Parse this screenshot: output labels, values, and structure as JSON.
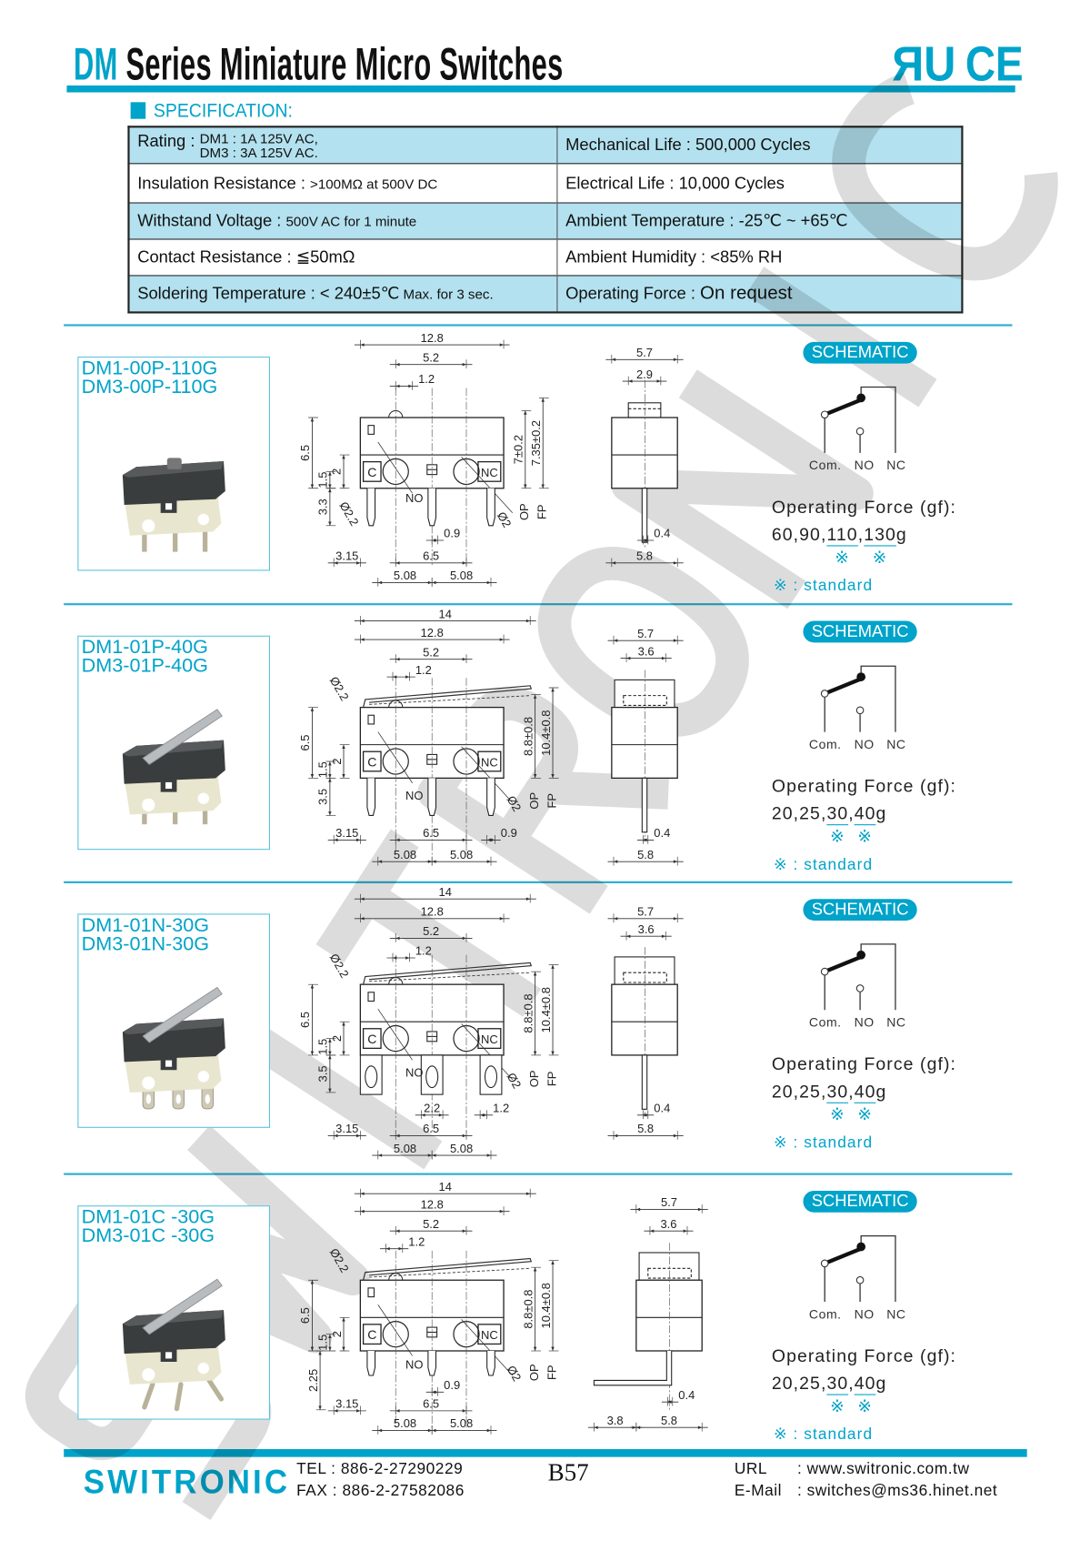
{
  "header": {
    "title_prefix": "DM",
    "title_rest": " Series Miniature Micro Switches",
    "cert_ul": "ЯU",
    "cert_ce": "CE"
  },
  "spec": {
    "heading": "SPECIFICATION:",
    "rows": [
      {
        "left_label": "Rating : ",
        "left_lines": [
          "DM1 : 1A  125V AC,",
          "DM3 : 3A  125V AC."
        ],
        "right_label": "Mechanical Life : ",
        "right_value": "500,000 Cycles"
      },
      {
        "left_label": "Insulation Resistance : ",
        "left_value": ">100MΩ at 500V DC",
        "right_label": "Electrical Life : ",
        "right_value": "10,000 Cycles"
      },
      {
        "left_label": "Withstand Voltage : ",
        "left_value": "500V AC for 1 minute",
        "right_label": "Ambient Temperature : ",
        "right_value": "-25℃ ~ +65℃"
      },
      {
        "left_label": "Contact Resistance : ",
        "left_value": "≦50mΩ",
        "right_label": "Ambient Humidity : ",
        "right_value": "<85% RH"
      },
      {
        "left_label": "Soldering Temperature : ",
        "left_value": "< 240±5℃",
        "left_value_small": " Max. for 3 sec.",
        "right_label": "Operating Force : ",
        "right_value": "On request"
      }
    ]
  },
  "schematic": {
    "badge": "SCHEMATIC",
    "com": "Com.",
    "no": "NO",
    "nc": "NC",
    "force_label": "Operating Force (gf):",
    "mark": "※",
    "standard_note": "※ : standard"
  },
  "products": [
    {
      "models": [
        "DM1-00P-110G",
        "DM3-00P-110G"
      ],
      "forces": [
        "60",
        "90",
        "110",
        "130"
      ],
      "unit": "g",
      "standard": [
        2,
        3
      ],
      "dims": {
        "w12_8": "12.8",
        "w5_2": "5.2",
        "w1_2": "1.2",
        "h6_5": "6.5",
        "h1_5": "1.5",
        "h2": "2",
        "h3_3": "3.3",
        "op_dim": "7±0.2",
        "fp_dim": "7.35±0.2",
        "op": "OP",
        "fp": "FP",
        "no": "NO",
        "d22": "Ø2.2",
        "d2": "Ø2",
        "w0_9": "0.9",
        "w3_15": "3.15",
        "w6_5": "6.5",
        "p1": "5.08",
        "p2": "5.08",
        "s5_7": "5.7",
        "s2_9": "2.9",
        "s0_4": "0.4",
        "s5_8": "5.8"
      }
    },
    {
      "models": [
        "DM1-01P-40G",
        "DM3-01P-40G"
      ],
      "forces": [
        "20",
        "25",
        "30",
        "40"
      ],
      "unit": "g",
      "standard": [
        2,
        3
      ],
      "dims": {
        "w14": "14",
        "w12_8": "12.8",
        "w5_2": "5.2",
        "w1_2": "1.2",
        "h6_5": "6.5",
        "h1_5": "1.5",
        "h2": "2",
        "h3_5": "3.5",
        "op_dim": "8.8±0.8",
        "fp_dim": "10.4±0.8",
        "op": "OP",
        "fp": "FP",
        "no": "NO",
        "d22": "Ø2.2",
        "d2": "Ø2",
        "w3_15": "3.15",
        "w6_5": "6.5",
        "w0_9": "0.9",
        "p1": "5.08",
        "p2": "5.08",
        "s5_7": "5.7",
        "s3_6": "3.6",
        "s0_4": "0.4",
        "s5_8": "5.8"
      }
    },
    {
      "models": [
        "DM1-01N-30G",
        "DM3-01N-30G"
      ],
      "forces": [
        "20",
        "25",
        "30",
        "40"
      ],
      "unit": "g",
      "standard": [
        2,
        3
      ],
      "dims": {
        "w14": "14",
        "w12_8": "12.8",
        "w5_2": "5.2",
        "w1_2": "1.2",
        "h6_5": "6.5",
        "h1_5": "1.5",
        "h2": "2",
        "h3_5": "3.5",
        "op_dim": "8.8±0.8",
        "fp_dim": "10.4±0.8",
        "op": "OP",
        "fp": "FP",
        "no": "NO",
        "d22": "Ø2.2",
        "d2": "Ø2",
        "w2_2": "2.2",
        "w1_2b": "1.2",
        "w3_15": "3.15",
        "w6_5": "6.5",
        "p1": "5.08",
        "p2": "5.08",
        "s5_7": "5.7",
        "s3_6": "3.6",
        "s0_4": "0.4",
        "s5_8": "5.8"
      }
    },
    {
      "models": [
        "DM1-01C -30G",
        "DM3-01C -30G"
      ],
      "forces": [
        "20",
        "25",
        "30",
        "40"
      ],
      "unit": "g",
      "standard": [
        2,
        3
      ],
      "dims": {
        "w14": "14",
        "w12_8": "12.8",
        "w5_2": "5.2",
        "w1_2": "1.2",
        "h6_5": "6.5",
        "h1_5": "1.5",
        "h2": "2",
        "h2_25": "2.25",
        "op_dim": "8.8±0.8",
        "fp_dim": "10.4±0.8",
        "op": "OP",
        "fp": "FP",
        "no": "NO",
        "d22": "Ø2.2",
        "d2": "Ø2",
        "w0_9": "0.9",
        "w3_15": "3.15",
        "w6_5": "6.5",
        "p1": "5.08",
        "p2": "5.08",
        "s5_7": "5.7",
        "s3_6": "3.6",
        "s0_4": "0.4",
        "s3_8": "3.8",
        "s5_8": "5.8"
      }
    }
  ],
  "footer": {
    "logo": "SWITRONIC",
    "tel": "TEL : 886-2-27290229",
    "fax": "FAX : 886-2-27582086",
    "page": "B57",
    "url_label": "URL",
    "url": ": www.switronic.com.tw",
    "email_label": "E-Mail",
    "email": ": switches@ms36.hinet.net"
  },
  "watermark": "SWITRONIC",
  "colors": {
    "accent": "#00a3c9",
    "table_blue": "#b3e1ef",
    "watermark": "#dcdcdc"
  }
}
